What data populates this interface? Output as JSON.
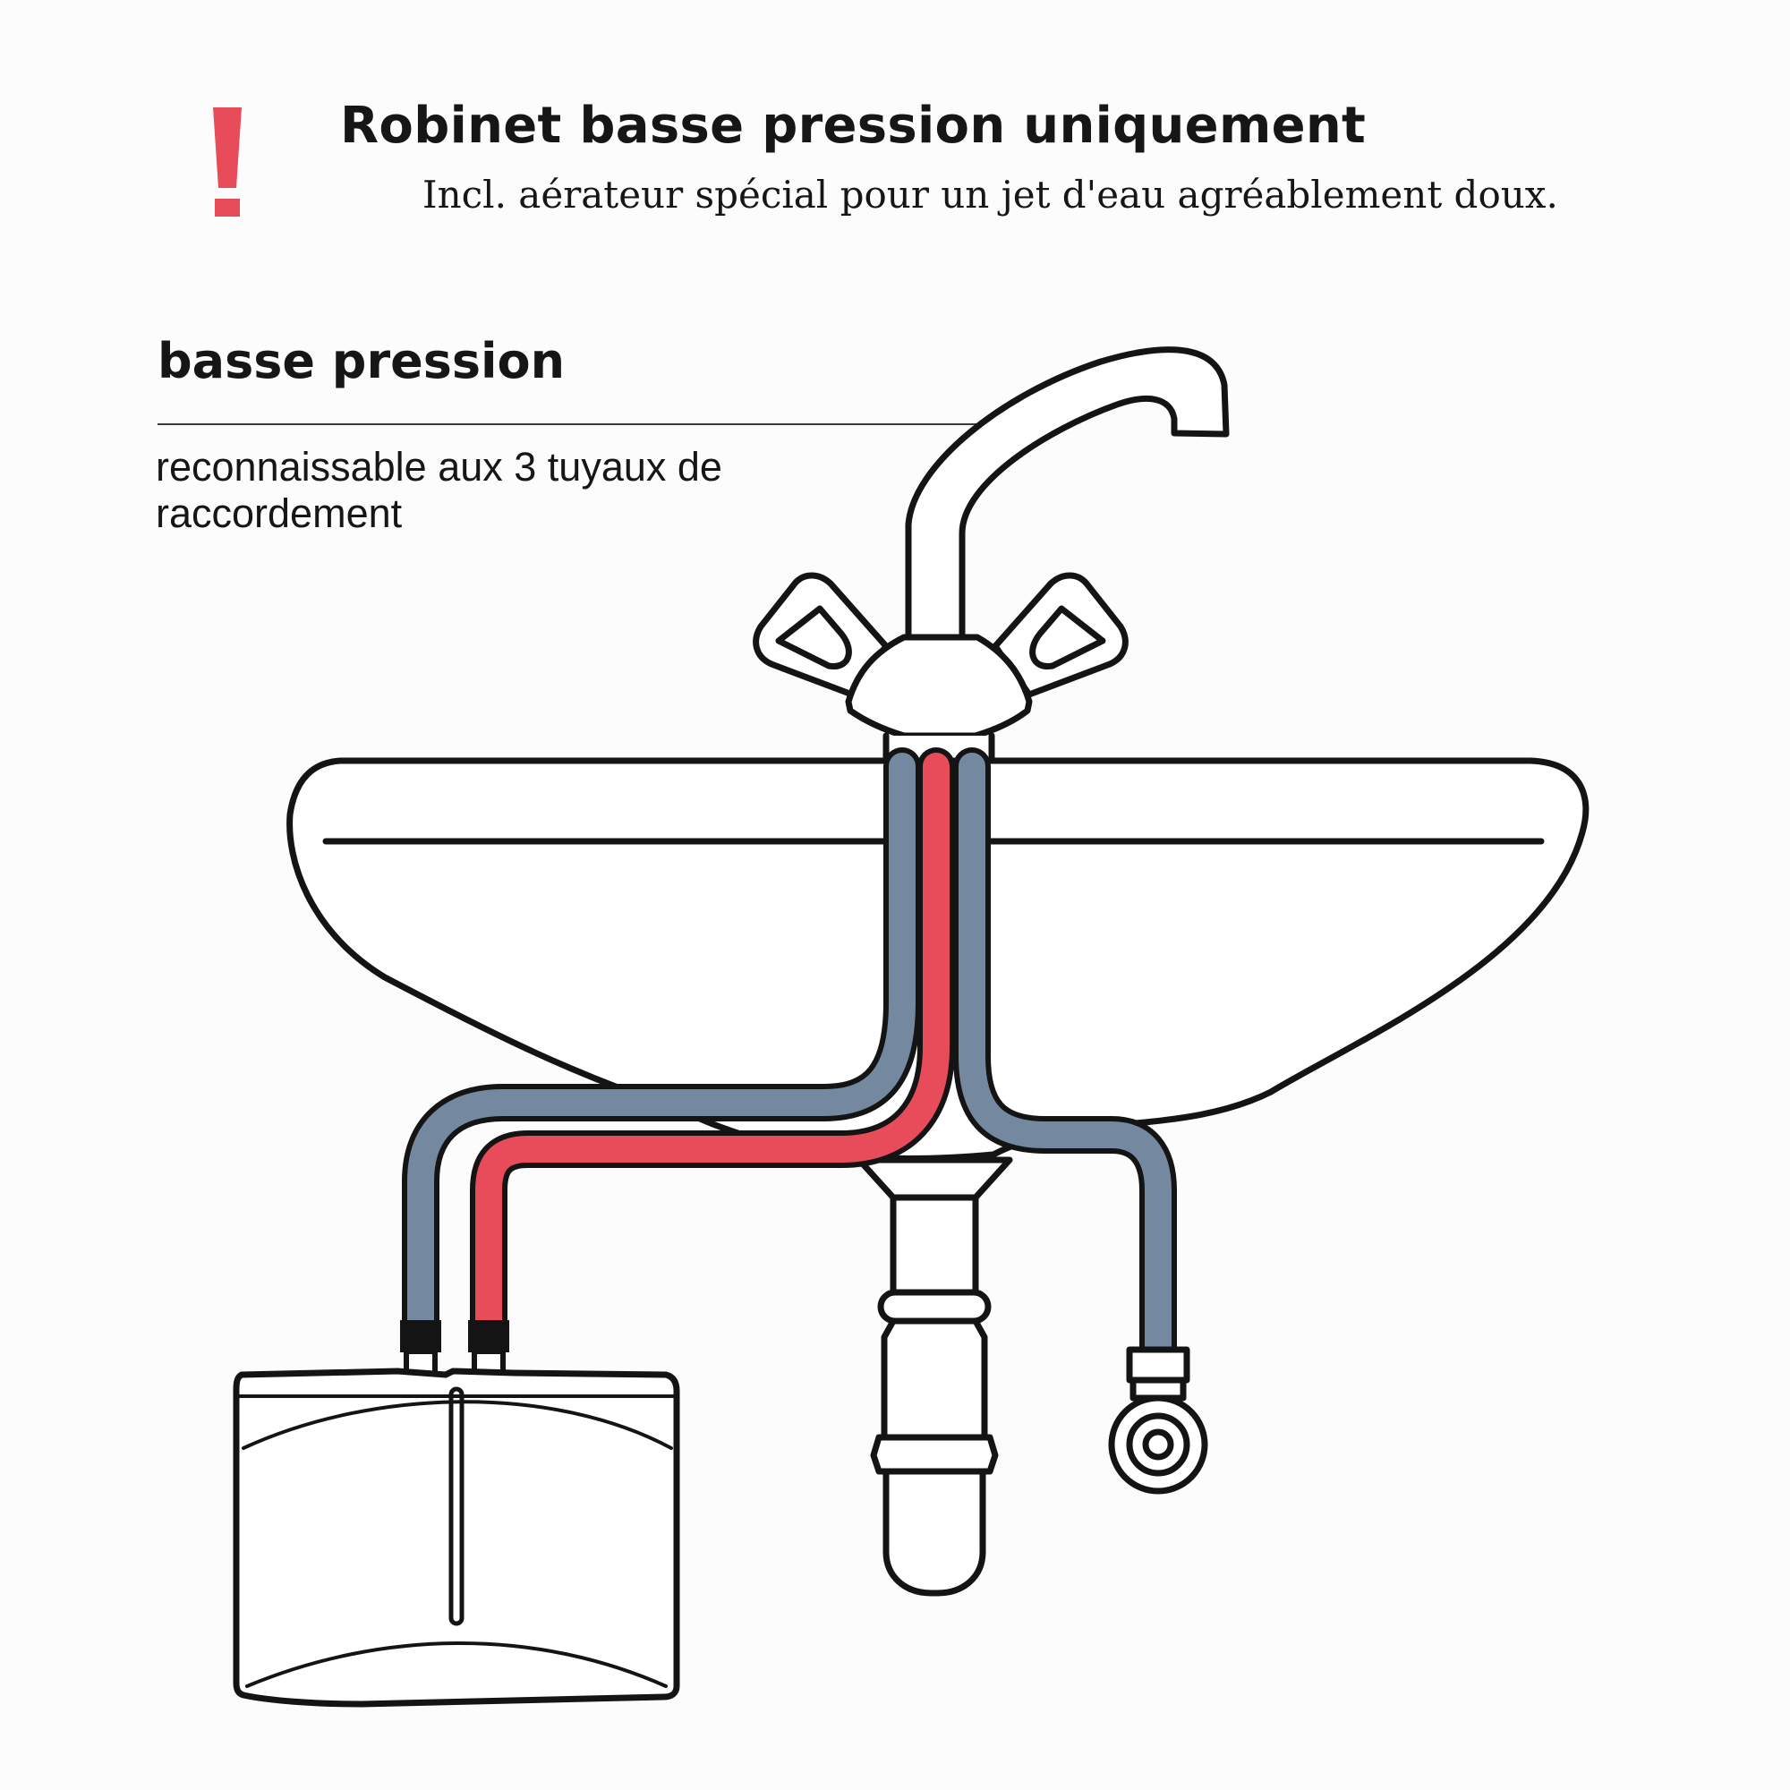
{
  "header": {
    "title": "Robinet basse pression uniquement",
    "subtitle": "Incl. aérateur spécial pour un jet d'eau agréablement doux."
  },
  "section": {
    "title": "basse pression",
    "description": "reconnaissable aux 3 tuyaux de raccordement"
  },
  "colors": {
    "hot_water": "#e84c5a",
    "cold_water": "#7488a0",
    "outline": "#141414",
    "warning": "#e84c5a"
  },
  "icons": {
    "warning": "exclamation-icon"
  }
}
